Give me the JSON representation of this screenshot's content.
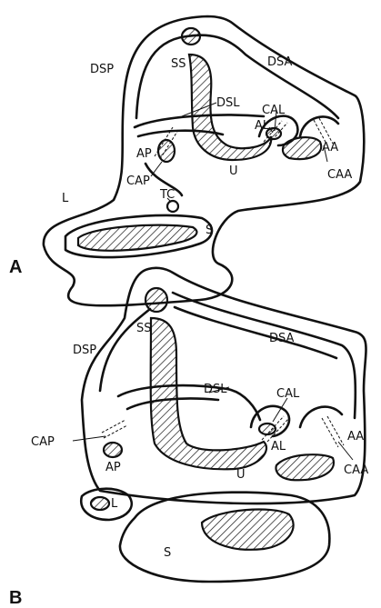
{
  "panels": {
    "a": {
      "panel_label": "A",
      "labels": {
        "dsp": "DSP",
        "ss": "SS",
        "dsa": "DSA",
        "dsl": "DSL",
        "cal": "CAL",
        "al": "AL",
        "aa": "AA",
        "ap": "AP",
        "cap": "CAP",
        "caa": "CAA",
        "u": "U",
        "l": "L",
        "tc": "TC",
        "s": "S"
      }
    },
    "b": {
      "panel_label": "B",
      "labels": {
        "dsp": "DSP",
        "ss": "SS",
        "dsa": "DSA",
        "dsl": "DSL",
        "cal": "CAL",
        "al": "AL",
        "aa": "AA",
        "ap": "AP",
        "cap": "CAP",
        "caa": "CAA",
        "u": "U",
        "l": "L",
        "s": "S"
      }
    }
  },
  "colors": {
    "ink": "#111111",
    "paper": "#ffffff"
  }
}
